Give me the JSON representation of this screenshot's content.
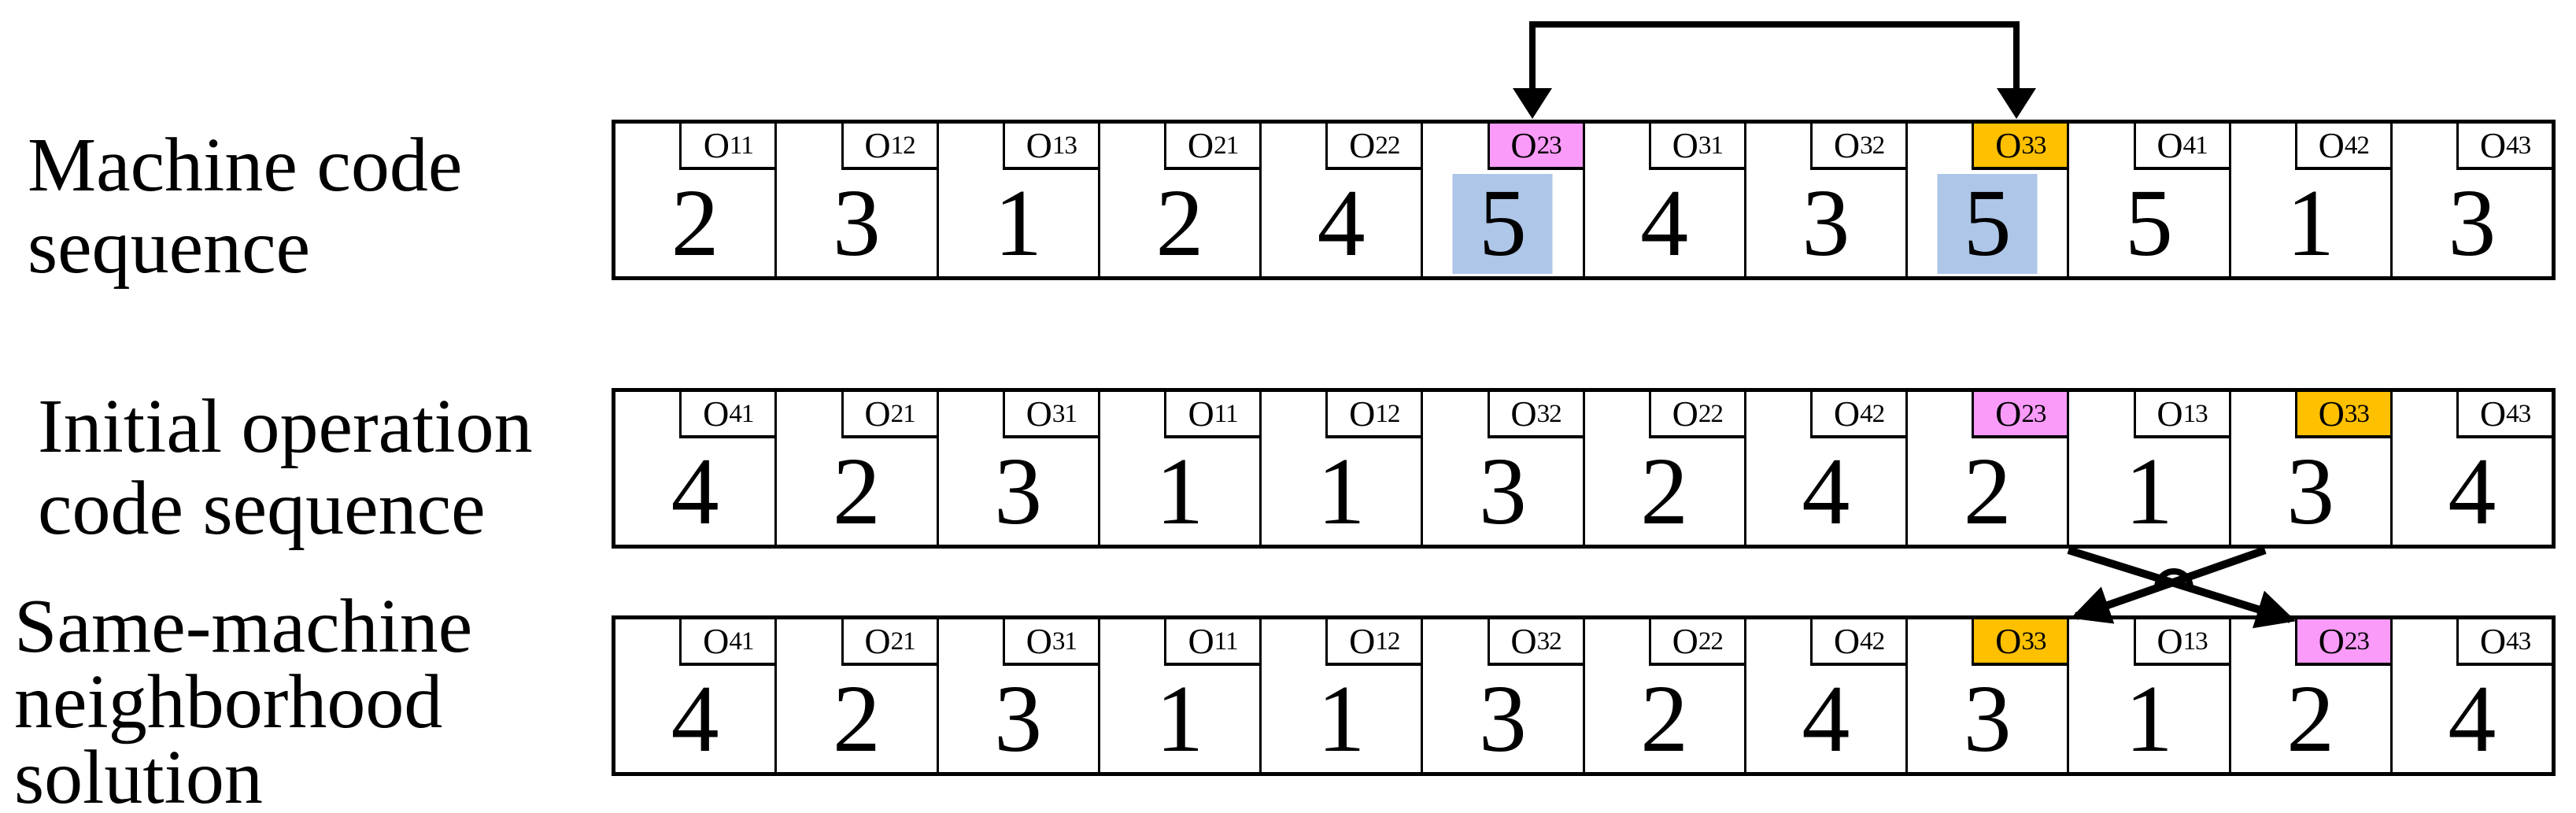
{
  "colors": {
    "pink": "#FA9BFA",
    "orange": "#FFC000",
    "blue_highlight": "#AEC6E8",
    "line": "#000000"
  },
  "side_labels": [
    {
      "id": "machine-code-sequence",
      "lines": [
        "Machine code",
        "sequence"
      ]
    },
    {
      "id": "initial-operation-code-sequence",
      "lines": [
        "Initial operation",
        "code sequence"
      ]
    },
    {
      "id": "same-machine-neighborhood-solution",
      "lines": [
        "Same-machine",
        "neighborhood",
        "solution"
      ]
    }
  ],
  "rows": [
    {
      "name": "machine-code-sequence",
      "cells": [
        {
          "op": "O",
          "sub": "11",
          "value": "2",
          "tab": "plain",
          "highlight": false
        },
        {
          "op": "O",
          "sub": "12",
          "value": "3",
          "tab": "plain",
          "highlight": false
        },
        {
          "op": "O",
          "sub": "13",
          "value": "1",
          "tab": "plain",
          "highlight": false
        },
        {
          "op": "O",
          "sub": "21",
          "value": "2",
          "tab": "plain",
          "highlight": false
        },
        {
          "op": "O",
          "sub": "22",
          "value": "4",
          "tab": "plain",
          "highlight": false
        },
        {
          "op": "O",
          "sub": "23",
          "value": "5",
          "tab": "pink",
          "highlight": true
        },
        {
          "op": "O",
          "sub": "31",
          "value": "4",
          "tab": "plain",
          "highlight": false
        },
        {
          "op": "O",
          "sub": "32",
          "value": "3",
          "tab": "plain",
          "highlight": false
        },
        {
          "op": "O",
          "sub": "33",
          "value": "5",
          "tab": "orange",
          "highlight": true
        },
        {
          "op": "O",
          "sub": "41",
          "value": "5",
          "tab": "plain",
          "highlight": false
        },
        {
          "op": "O",
          "sub": "42",
          "value": "1",
          "tab": "plain",
          "highlight": false
        },
        {
          "op": "O",
          "sub": "43",
          "value": "3",
          "tab": "plain",
          "highlight": false
        }
      ]
    },
    {
      "name": "initial-operation-code-sequence",
      "cells": [
        {
          "op": "O",
          "sub": "41",
          "value": "4",
          "tab": "plain",
          "highlight": false
        },
        {
          "op": "O",
          "sub": "21",
          "value": "2",
          "tab": "plain",
          "highlight": false
        },
        {
          "op": "O",
          "sub": "31",
          "value": "3",
          "tab": "plain",
          "highlight": false
        },
        {
          "op": "O",
          "sub": "11",
          "value": "1",
          "tab": "plain",
          "highlight": false
        },
        {
          "op": "O",
          "sub": "12",
          "value": "1",
          "tab": "plain",
          "highlight": false
        },
        {
          "op": "O",
          "sub": "32",
          "value": "3",
          "tab": "plain",
          "highlight": false
        },
        {
          "op": "O",
          "sub": "22",
          "value": "2",
          "tab": "plain",
          "highlight": false
        },
        {
          "op": "O",
          "sub": "42",
          "value": "4",
          "tab": "plain",
          "highlight": false
        },
        {
          "op": "O",
          "sub": "23",
          "value": "2",
          "tab": "pink",
          "highlight": false
        },
        {
          "op": "O",
          "sub": "13",
          "value": "1",
          "tab": "plain",
          "highlight": false
        },
        {
          "op": "O",
          "sub": "33",
          "value": "3",
          "tab": "orange",
          "highlight": false
        },
        {
          "op": "O",
          "sub": "43",
          "value": "4",
          "tab": "plain",
          "highlight": false
        }
      ]
    },
    {
      "name": "same-machine-neighborhood-solution",
      "cells": [
        {
          "op": "O",
          "sub": "41",
          "value": "4",
          "tab": "plain",
          "highlight": false
        },
        {
          "op": "O",
          "sub": "21",
          "value": "2",
          "tab": "plain",
          "highlight": false
        },
        {
          "op": "O",
          "sub": "31",
          "value": "3",
          "tab": "plain",
          "highlight": false
        },
        {
          "op": "O",
          "sub": "11",
          "value": "1",
          "tab": "plain",
          "highlight": false
        },
        {
          "op": "O",
          "sub": "12",
          "value": "1",
          "tab": "plain",
          "highlight": false
        },
        {
          "op": "O",
          "sub": "32",
          "value": "3",
          "tab": "plain",
          "highlight": false
        },
        {
          "op": "O",
          "sub": "22",
          "value": "2",
          "tab": "plain",
          "highlight": false
        },
        {
          "op": "O",
          "sub": "42",
          "value": "4",
          "tab": "plain",
          "highlight": false
        },
        {
          "op": "O",
          "sub": "33",
          "value": "3",
          "tab": "orange",
          "highlight": false
        },
        {
          "op": "O",
          "sub": "13",
          "value": "1",
          "tab": "plain",
          "highlight": false
        },
        {
          "op": "O",
          "sub": "23",
          "value": "2",
          "tab": "pink",
          "highlight": false
        },
        {
          "op": "O",
          "sub": "43",
          "value": "4",
          "tab": "plain",
          "highlight": false
        }
      ]
    }
  ],
  "annotations": {
    "top_swap_arrow": {
      "from": "O23",
      "to": "O33",
      "row": "machine-code-sequence"
    },
    "cross_swap_arrows": {
      "swapped": [
        "O23",
        "O33"
      ],
      "between": [
        "initial-operation-code-sequence",
        "same-machine-neighborhood-solution"
      ]
    }
  }
}
